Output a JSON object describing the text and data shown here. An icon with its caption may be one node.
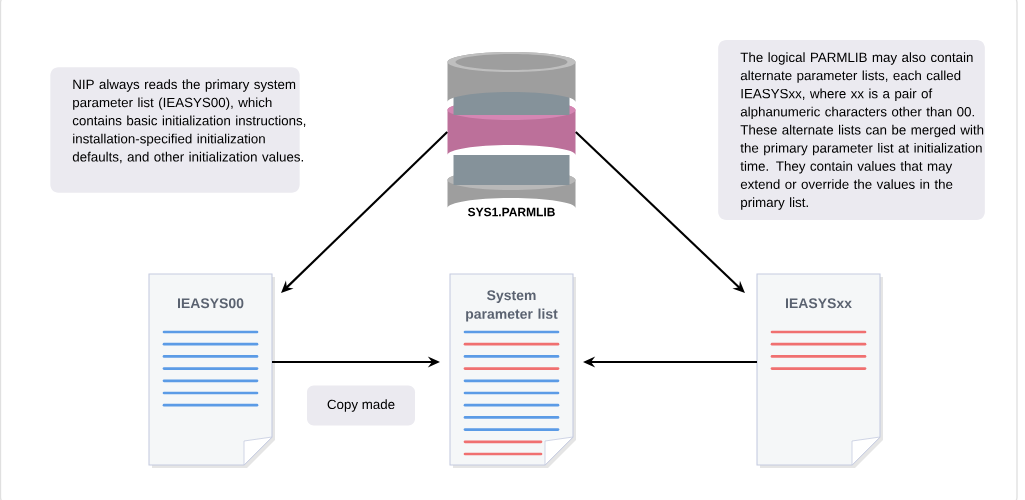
{
  "diagram": {
    "nodes": [
      {
        "text": [
          "NIP always reads the primary system parameter list (IEASYS00), which contains basic initialization instructions, installation-specified initialization defaults, and other initialization values."
        ]
      },
      {
        "text": [],
        "shape": "cylinder",
        "beside": [
          "SYS1.PARMLIB"
        ]
      },
      {
        "text": [
          "The logical PARMLIB may also contain alternate parameter lists, each called IEASYSxx, where xx is a pair of alphanumeric characters other than 00. These alternate lists can be merged with the primary parameter list at initialization time. They contain values that may extend or override the values in the primary list."
        ]
      },
      {
        "text": [
          "IEASYS00"
        ]
      },
      {
        "text": [
          "System parameter list"
        ]
      },
      {
        "text": [
          "IEASYSxx"
        ]
      }
    ],
    "edges": [
      {
        "from": 1,
        "to": 3,
        "arrow": "to"
      },
      {
        "from": 1,
        "to": 5,
        "arrow": "to"
      },
      {
        "from": 3,
        "to": 4,
        "arrow": "to",
        "label": "Copy made"
      },
      {
        "from": 5,
        "to": 4,
        "arrow": "to"
      }
    ]
  }
}
